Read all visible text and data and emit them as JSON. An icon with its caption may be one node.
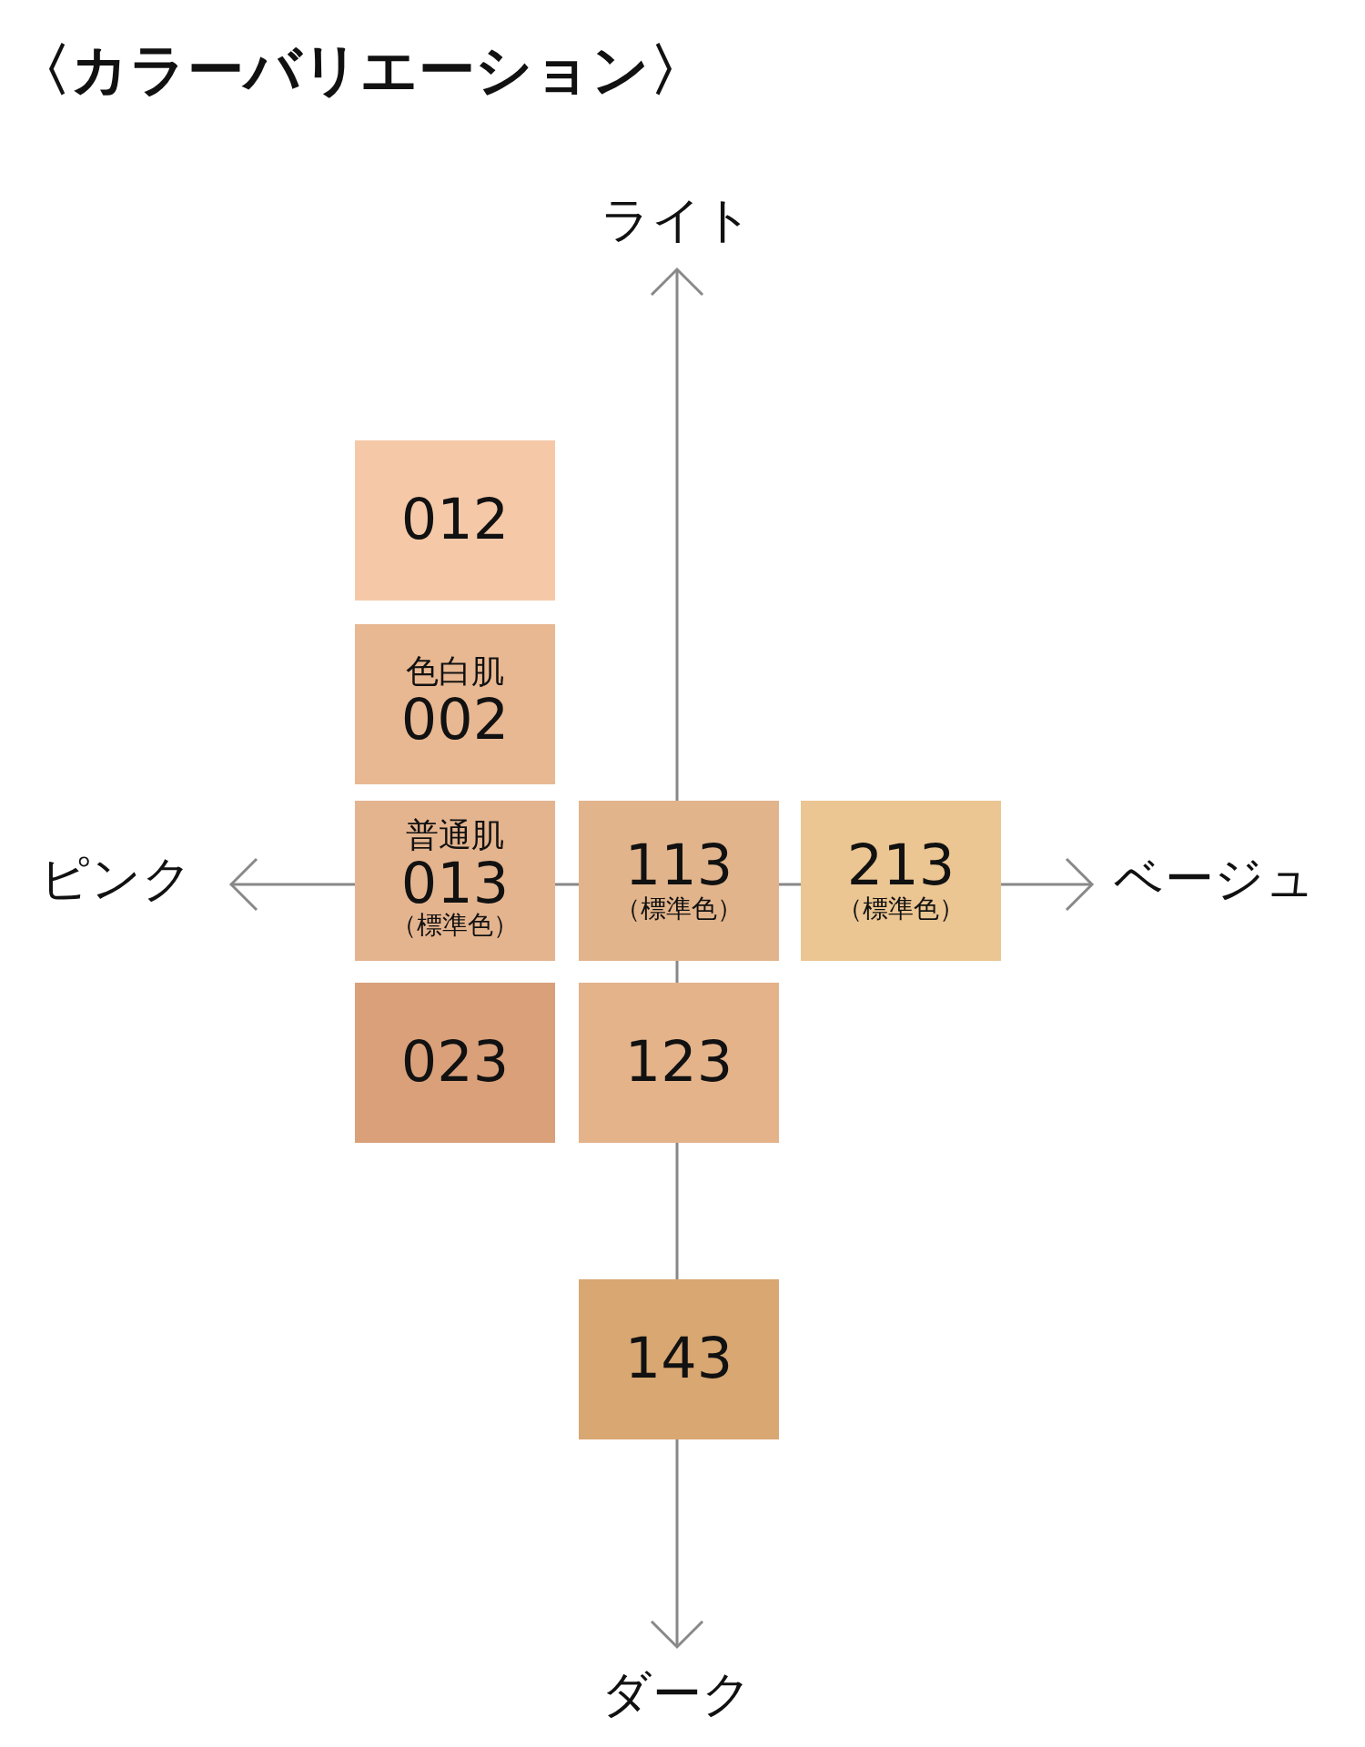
{
  "diagram": {
    "title": "〈カラーバリエーション〉",
    "nodes": [
      {
        "text": [
          "012"
        ]
      },
      {
        "text": [
          "色白肌",
          "002"
        ]
      },
      {
        "text": [
          "普通肌",
          "013",
          "（標準色）"
        ]
      },
      {
        "text": [
          "113",
          "（標準色）"
        ]
      },
      {
        "text": [
          "213",
          "（標準色）"
        ]
      },
      {
        "text": [
          "023"
        ]
      },
      {
        "text": [
          "123"
        ]
      },
      {
        "text": [
          "143"
        ]
      }
    ],
    "labels": [
      "ライト",
      "ピンク",
      "ベージュ",
      "ダーク"
    ]
  }
}
